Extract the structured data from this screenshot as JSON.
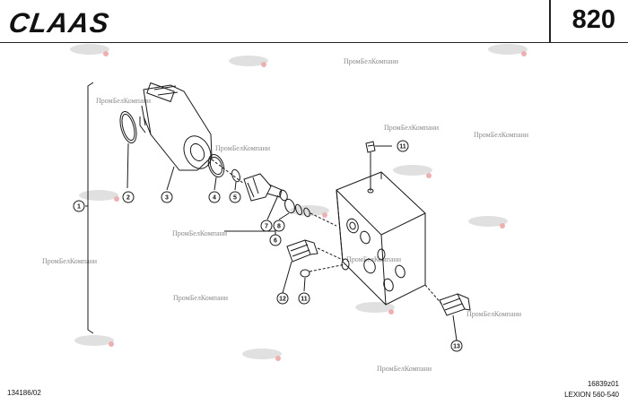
{
  "header": {
    "logo_text": "CLAAS",
    "page_number": "820"
  },
  "footer": {
    "doc_number": "134186/02",
    "drawing_id": "16839z01",
    "model": "LEXION 560-540"
  },
  "watermarks": [
    "ПромБелКомпани",
    "ПромБелКомпани",
    "ПромБелКомпани",
    "ПромБелКомпани",
    "ПромБелКомпани",
    "ПромБелКомпани",
    "ПромБелКомпани",
    "ПромБелКомпани",
    "ПромБелКомпани",
    "ПромБелКомпани",
    "ПромБелКомпани"
  ],
  "callouts": [
    "1",
    "2",
    "3",
    "4",
    "5",
    "6",
    "7",
    "8",
    "11",
    "12",
    "11",
    "13"
  ],
  "colors": {
    "line": "#1a1a1a",
    "watermark_red": "#e07070",
    "watermark_gray": "#8a8a8a"
  }
}
